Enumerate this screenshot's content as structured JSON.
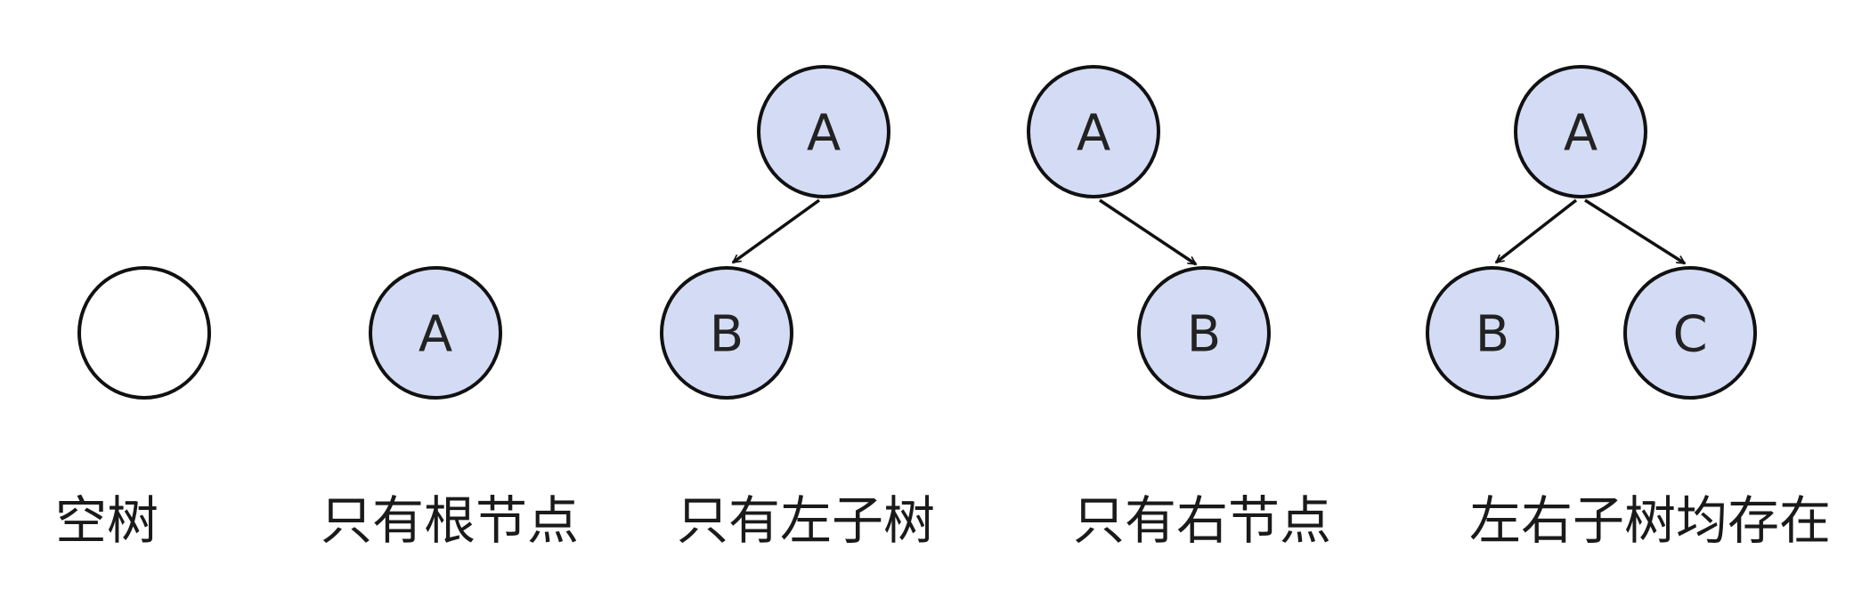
{
  "colors": {
    "node_fill": "#d4dcf5",
    "empty_fill": "#ffffff",
    "stroke": "#111111",
    "text": "#222222"
  },
  "trees": [
    {
      "caption": "空树",
      "nodes": [
        {
          "label": ""
        }
      ]
    },
    {
      "caption": "只有根节点",
      "nodes": [
        {
          "label": "A"
        }
      ]
    },
    {
      "caption": "只有左子树",
      "nodes": [
        {
          "label": "A"
        },
        {
          "label": "B"
        }
      ]
    },
    {
      "caption": "只有右节点",
      "nodes": [
        {
          "label": "A"
        },
        {
          "label": "B"
        }
      ]
    },
    {
      "caption": "左右子树均存在",
      "nodes": [
        {
          "label": "A"
        },
        {
          "label": "B"
        },
        {
          "label": "C"
        }
      ]
    }
  ]
}
